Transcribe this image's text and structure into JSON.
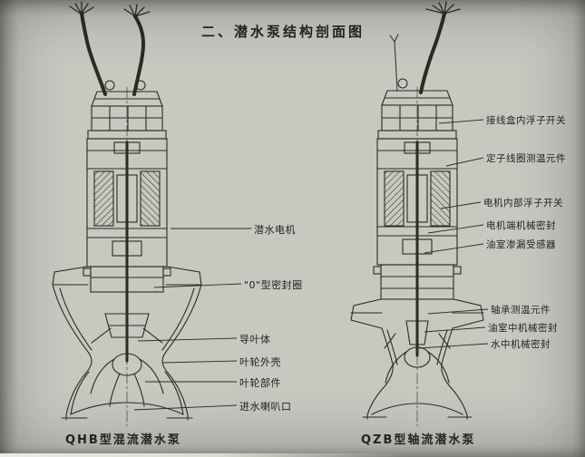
{
  "page": {
    "title": "二、潜水泵结构剖面图"
  },
  "left_pump": {
    "caption": "QHB型混流潜水泵",
    "labels": [
      "潜水电机",
      "\"0\"型密封圈",
      "导叶体",
      "叶轮外壳",
      "叶轮部件",
      "进水喇叭口"
    ]
  },
  "right_pump": {
    "caption": "QZB型轴流潜水泵",
    "labels": [
      "接线盒内浮子开关",
      "定子线圈测温元件",
      "电机内部浮子开关",
      "电机端机械密封",
      "油室渗漏受感器",
      "轴承测温元件",
      "油室中机械密封",
      "水中机械密封"
    ]
  },
  "colors": {
    "paper": "#c6c9c0",
    "ink": "#2b2b24"
  }
}
